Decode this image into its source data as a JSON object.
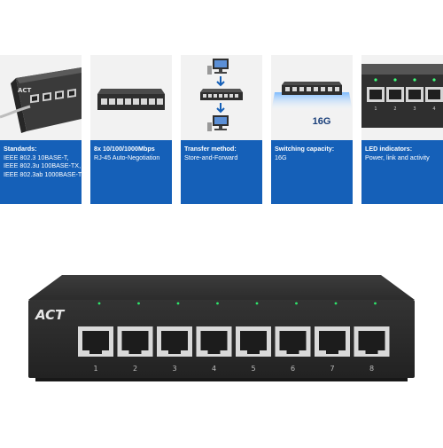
{
  "brand": {
    "logo": "ACT"
  },
  "features": [
    {
      "title": "Standards:",
      "lines": [
        "IEEE 802.3 10BASE-T,",
        "IEEE 802.3u 100BASE-TX,",
        "IEEE 802.3ab 1000BASE-T"
      ],
      "icon": "switch-closeup-photo"
    },
    {
      "title": "8x 10/100/1000Mbps",
      "lines": [
        "RJ-45 Auto-Negotiation"
      ],
      "icon": "switch-front-photo"
    },
    {
      "title": "Transfer method:",
      "lines": [
        "Store-and-Forward"
      ],
      "icon": "network-diagram-icon"
    },
    {
      "title": "Switching capacity:",
      "lines": [
        "16G"
      ],
      "icon": "switch-capacity-graphic",
      "graphic_label": "16G"
    },
    {
      "title": "LED indicators:",
      "lines": [
        "Power, link and activity"
      ],
      "icon": "led-ports-closeup-photo",
      "port_numbers": [
        "1",
        "2",
        "3",
        "4"
      ]
    }
  ],
  "product": {
    "port_numbers": [
      "1",
      "2",
      "3",
      "4",
      "5",
      "6",
      "7",
      "8"
    ]
  },
  "colors": {
    "accent": "#1560b8",
    "device": "#2b2b2b",
    "led": "#2ee66b"
  }
}
